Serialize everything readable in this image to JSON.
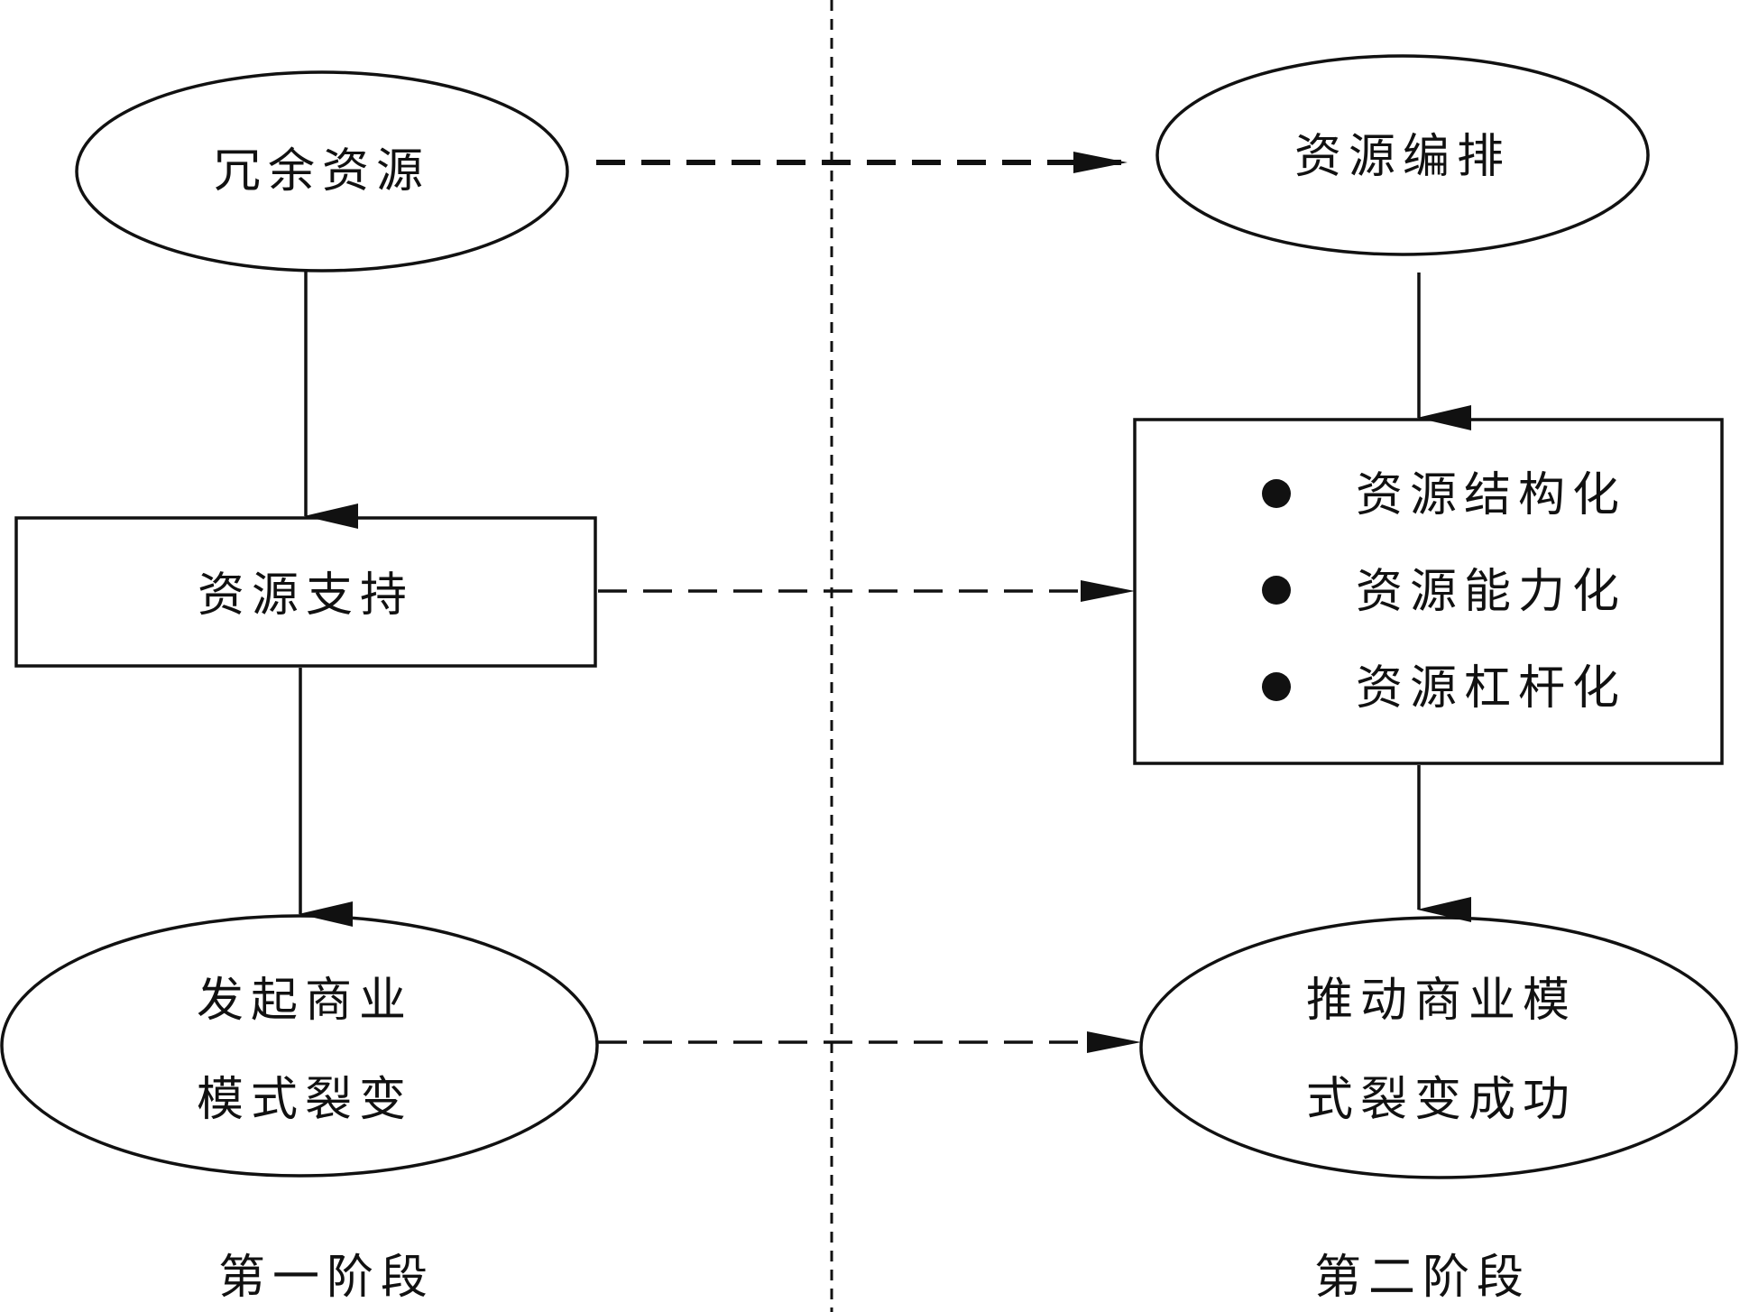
{
  "nodes": {
    "redundant_resources": {
      "text": "冗余资源"
    },
    "resource_orchestration": {
      "text": "资源编排"
    },
    "resource_support": {
      "text": "资源支持"
    },
    "orchestration_methods": {
      "items": [
        "资源结构化",
        "资源能力化",
        "资源杠杆化"
      ]
    },
    "initiate_fission": {
      "line1": "发起商业",
      "line2": "模式裂变"
    },
    "fission_success": {
      "line1": "推动商业模",
      "line2": "式裂变成功"
    }
  },
  "stages": {
    "stage1": "第一阶段",
    "stage2": "第二阶段"
  }
}
